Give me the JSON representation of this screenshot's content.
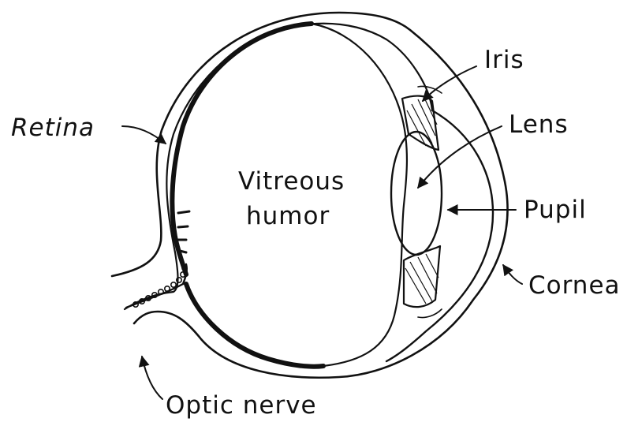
{
  "labels": {
    "retina": "Retina",
    "vitreous_line1": "Vitreous",
    "vitreous_line2": "humor",
    "iris": "Iris",
    "lens": "Lens",
    "pupil": "Pupil",
    "cornea": "Cornea",
    "optic_nerve": "Optic nerve"
  },
  "colors": {
    "ink": "#111111",
    "background": "#ffffff"
  }
}
